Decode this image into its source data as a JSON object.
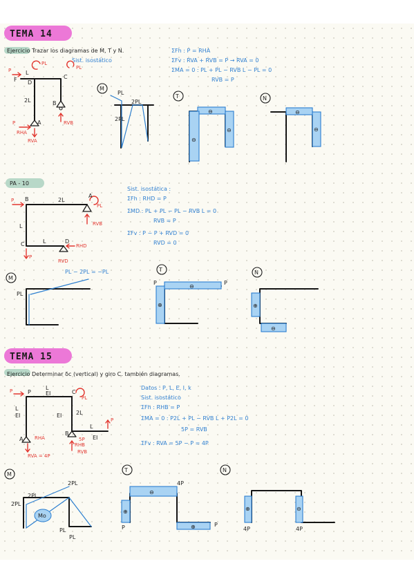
{
  "tema14": {
    "title": "TEMA 14",
    "exercise": "Ejercicio Trazar los diagramas de M, T y N.",
    "note": "Sist. isostático",
    "eq1": "ΣFh : P = RHA",
    "eq2": "ΣFv : RVA + RVB = P → RVA = 0",
    "eq3": "ΣMA = 0 : PL + PL − RVB L − PL = 0",
    "eq4": "RVB = P",
    "labels": {
      "L": "L",
      "P": "P",
      "PL": "PL",
      "2L": "2L",
      "A": "A",
      "B": "B",
      "C": "C",
      "D": "D",
      "F": "F",
      "RHA": "RHA",
      "RVA": "RVA",
      "RVB": "RVB",
      "2PL": "2PL"
    },
    "diagrams": {
      "M": "M",
      "T": "T",
      "N": "N"
    }
  },
  "pa10": {
    "title": "PA - 10",
    "eq0": "Sist. isostática :",
    "eq1": "ΣFh : RHD = P",
    "eq2": "ΣMD : PL + PL − PL − RVB L = 0",
    "eq3": "RVB = P",
    "eq4": "ΣFv : P − P + RVD = 0",
    "eq5": "RVD = 0",
    "labels": {
      "P": "P",
      "PL": "PL",
      "2L": "2L",
      "L": "L",
      "A": "A",
      "B": "B",
      "C": "C",
      "D": "D",
      "RHD": "RHD",
      "RVB": "RVB",
      "RVD": "RVD"
    },
    "diagrams": {
      "M": "M",
      "T": "T",
      "N": "N"
    },
    "m_label": "PL − 2PL = −PL"
  },
  "tema15": {
    "title": "TEMA 15",
    "exercise": "Ejercicio Determinar δc (vertical) y giro C. también diagramas.",
    "datos": "Datos : P, L, E, I, k",
    "note": "Sist. isostático",
    "eq1": "ΣFh : RHB = P",
    "eq2": "ΣMA = 0 : P2L + PL − RVB L + P2L = 0",
    "eq3": "5P = RVB",
    "eq4": "ΣFv : RVA = 5P − P = 4P",
    "labels": {
      "P": "P",
      "PL": "PL",
      "L": "L",
      "2L": "2L",
      "EI": "EI",
      "A": "A",
      "B": "B",
      "C": "C",
      "RHA": "RHA",
      "RVA": "RVA = 4P",
      "RHB": "RHB",
      "RVB": "RVB",
      "5P": "5P"
    },
    "diagrams": {
      "M": "M",
      "T": "T",
      "N": "N"
    },
    "m_labels": {
      "a": "2PL",
      "b": "2PL",
      "c": "2PL",
      "d": "PL",
      "e": "PL",
      "mo": "Mo"
    },
    "t_labels": {
      "a": "4P",
      "b": "P",
      "c": "P"
    },
    "n_labels": {
      "a": "4P",
      "b": "4P"
    }
  },
  "colors": {
    "accent_pink": "#ec78d7",
    "highlight_green": "#b8d8c8",
    "force_red": "#e2362f",
    "diagram_blue": "#2c7fd0"
  }
}
